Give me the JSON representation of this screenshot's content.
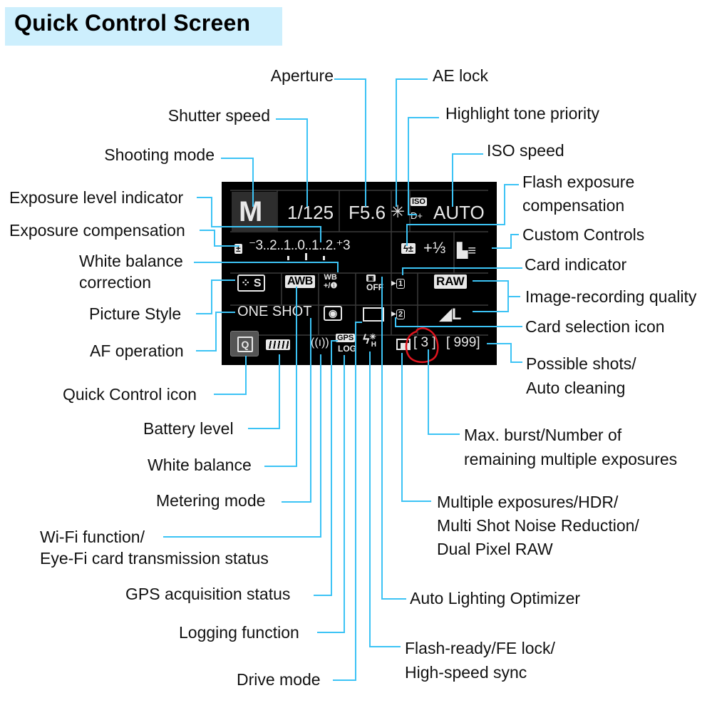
{
  "title": "Quick Control Screen",
  "colors": {
    "title_bg": "#cdeffd",
    "leader_line": "#3cc3f5",
    "screen_bg": "#000000",
    "screen_text": "#e8e8e8",
    "annotation_circle": "#e0141e"
  },
  "screen": {
    "shooting_mode": "M",
    "shutter_speed": "1/125",
    "aperture": "F5.6",
    "ae_lock": "✳",
    "highlight_tone_iso_badge": "ISO",
    "highlight_tone": "D+",
    "iso": "AUTO",
    "exposure_scale": "⁻3..2..1..0..1..2.⁺3",
    "flash_comp_value": "+⅓",
    "picture_style": "S",
    "white_balance": "AWB",
    "wb_correction_top": "WB",
    "wb_correction_bottom": "+/❶",
    "alo": "OFF",
    "card1": "1",
    "image_quality_raw": "RAW",
    "af_operation": "ONE SHOT",
    "card2": "2",
    "image_quality_jpeg": "L",
    "quick_control": "Q",
    "wifi": "((ı))",
    "gps": "GPS",
    "log": "LOG",
    "flash_h": "H",
    "max_burst": "[ 3 ]",
    "possible_shots": "[ 999]"
  },
  "labels": {
    "aperture": "Aperture",
    "shutter_speed": "Shutter speed",
    "shooting_mode": "Shooting mode",
    "exposure_level_indicator": "Exposure level indicator",
    "exposure_compensation": "Exposure compensation",
    "wb_correction_1": "White balance",
    "wb_correction_2": "correction",
    "picture_style": "Picture Style",
    "af_operation": "AF operation",
    "quick_control_icon": "Quick Control icon",
    "battery_level": "Battery level",
    "white_balance": "White balance",
    "metering_mode": "Metering mode",
    "wifi_1": "Wi-Fi function/",
    "wifi_2": "Eye-Fi card transmission status",
    "gps": "GPS acquisition status",
    "logging": "Logging function",
    "drive_mode": "Drive mode",
    "ae_lock": "AE lock",
    "highlight_tone": "Highlight tone priority",
    "iso_speed": "ISO speed",
    "flash_comp_1": "Flash exposure",
    "flash_comp_2": "compensation",
    "custom_controls": "Custom Controls",
    "card_indicator": "Card indicator",
    "image_quality": "Image-recording quality",
    "card_selection": "Card selection icon",
    "possible_shots_1": "Possible shots/",
    "possible_shots_2": "Auto cleaning",
    "max_burst_1": "Max. burst/Number of",
    "max_burst_2": "remaining multiple exposures",
    "multi_exp_1": "Multiple exposures/HDR/",
    "multi_exp_2": "Multi Shot Noise Reduction/",
    "multi_exp_3": "Dual Pixel RAW",
    "alo": "Auto Lighting Optimizer",
    "flash_ready_1": "Flash-ready/FE lock/",
    "flash_ready_2": "High-speed sync"
  }
}
